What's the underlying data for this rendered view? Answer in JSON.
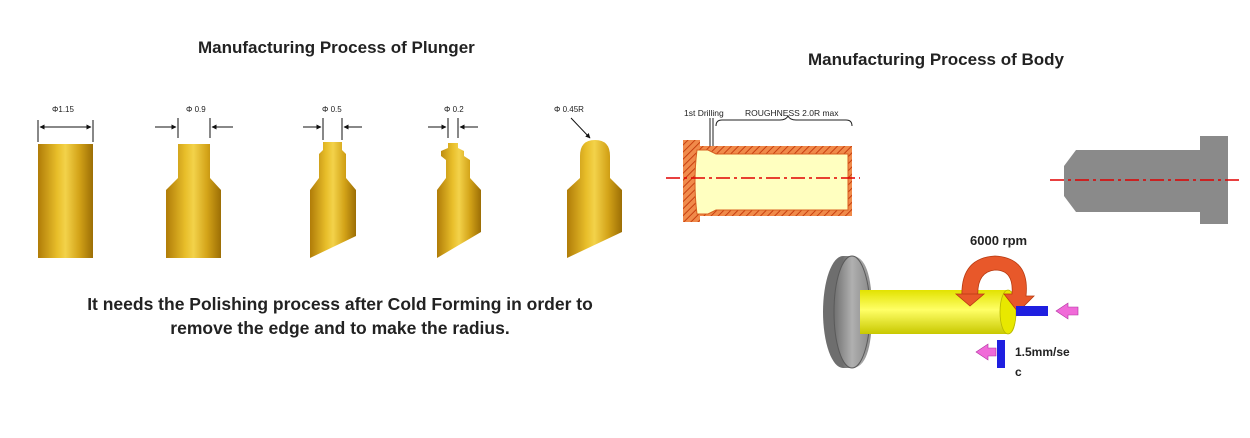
{
  "plunger": {
    "title": "Manufacturing Process of  Plunger",
    "steps": [
      {
        "dimension": "Φ1.15"
      },
      {
        "dimension": "Φ 0.9"
      },
      {
        "dimension": "Φ 0.5"
      },
      {
        "dimension": "Φ 0.2"
      },
      {
        "dimension": "Φ 0.45R"
      }
    ],
    "note_line1": "It needs the Polishing process after Cold Forming in order to",
    "note_line2": "remove the edge and to make the radius."
  },
  "body": {
    "title": "Manufacturing Process of  Body",
    "drilling_label": "1st Drilling",
    "roughness_label": "ROUGHNESS 2.0R max",
    "speed_label": "6000 rpm",
    "feed_label_line1": "1.5mm/se",
    "feed_label_line2": "c"
  },
  "colors": {
    "brass": "#D4A017",
    "brass_highlight": "#FFF3A0",
    "section_hatch": "#E8622A",
    "body_fill": "#FFFFC0",
    "centerline": "#E00000",
    "rod": "#F2F20A",
    "chuck": "#8C8C8C",
    "rotation_arrow": "#E8582A",
    "tool": "#1F1FE0",
    "feed_arrow": "#F06AD8",
    "finished_body": "#8A8A8A"
  }
}
